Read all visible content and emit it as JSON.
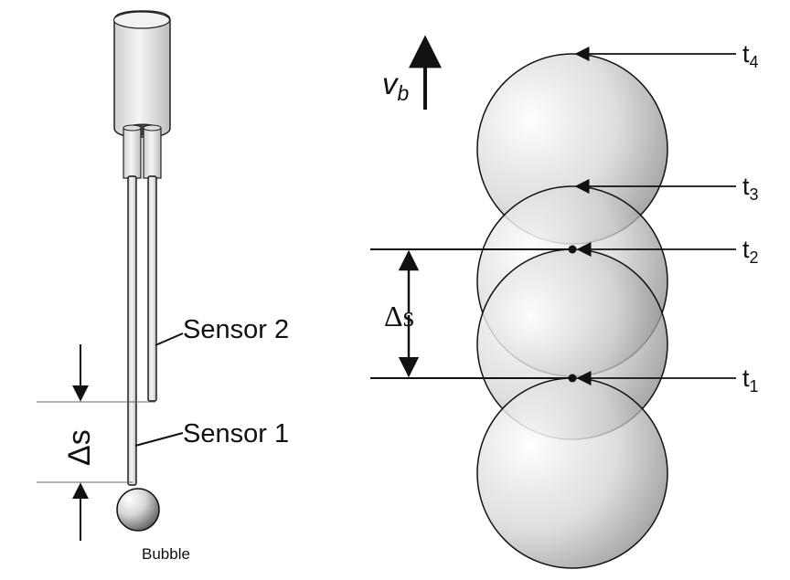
{
  "left_panel": {
    "sensor2_label": "Sensor 2",
    "sensor1_label": "Sensor 1",
    "bubble_label": "Bubble",
    "spacing_label": "Δs"
  },
  "right_panel": {
    "velocity_symbol": "v",
    "velocity_subscript": "b",
    "spacing_label": "Δs",
    "times": [
      {
        "base": "t",
        "sub": "4"
      },
      {
        "base": "t",
        "sub": "3"
      },
      {
        "base": "t",
        "sub": "2"
      },
      {
        "base": "t",
        "sub": "1"
      }
    ]
  },
  "colors": {
    "stroke": "#111111",
    "bubble_light": "#ffffff",
    "bubble_dark": "#5a5a5a",
    "probe_body": "#e9e9e9"
  }
}
